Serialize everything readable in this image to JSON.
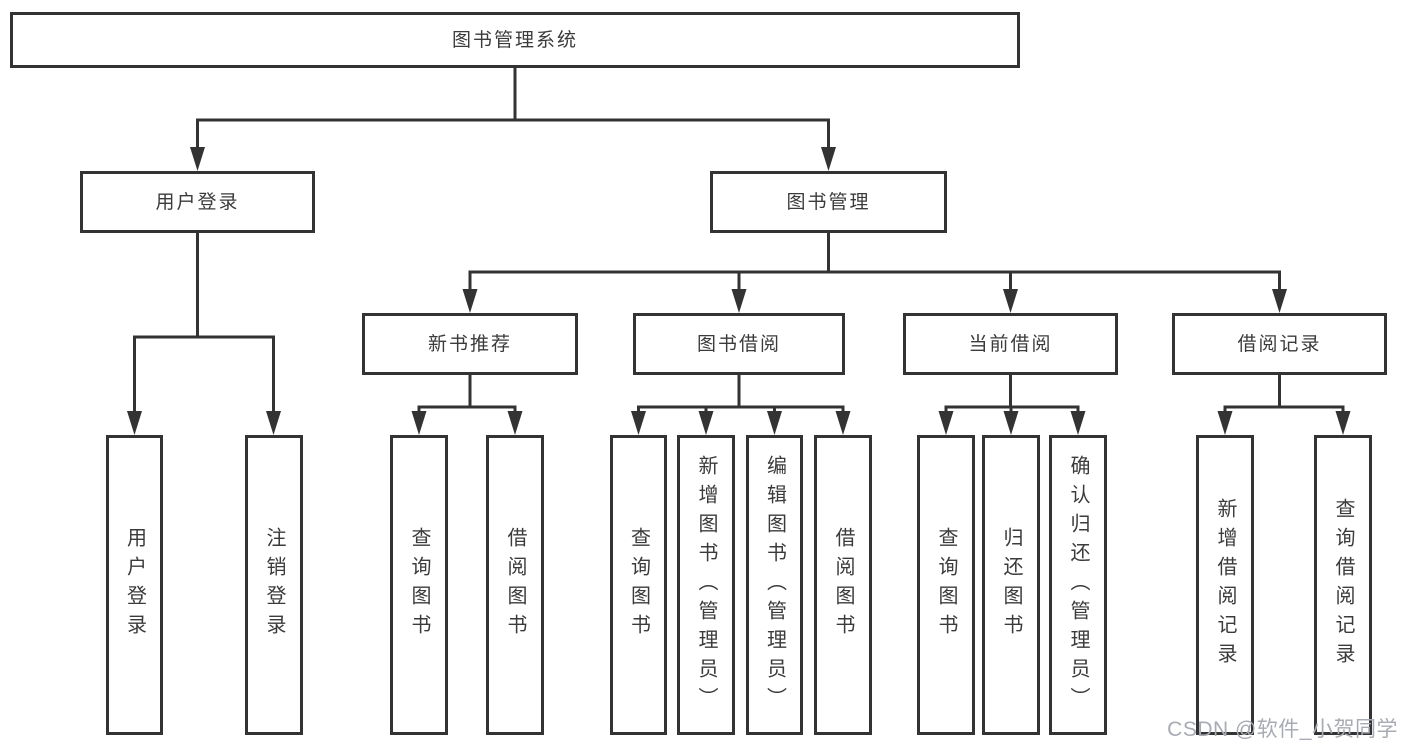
{
  "colors": {
    "line": "#333333",
    "text": "#3b3b3b",
    "watermark": "#a7abb3",
    "background": "#ffffff"
  },
  "watermark": {
    "text": "CSDN @软件_小贺同学"
  },
  "tree": {
    "label": "图书管理系统",
    "children": [
      {
        "label": "用户登录",
        "children": [
          {
            "label": "用户登录"
          },
          {
            "label": "注销登录"
          }
        ]
      },
      {
        "label": "图书管理",
        "children": [
          {
            "label": "新书推荐",
            "children": [
              {
                "label": "查询图书"
              },
              {
                "label": "借阅图书"
              }
            ]
          },
          {
            "label": "图书借阅",
            "children": [
              {
                "label": "查询图书"
              },
              {
                "label": "新增图书（管理员）"
              },
              {
                "label": "编辑图书（管理员）"
              },
              {
                "label": "借阅图书"
              }
            ]
          },
          {
            "label": "当前借阅",
            "children": [
              {
                "label": "查询图书"
              },
              {
                "label": "归还图书"
              },
              {
                "label": "确认归还（管理员）"
              }
            ]
          },
          {
            "label": "借阅记录",
            "children": [
              {
                "label": "新增借阅记录"
              },
              {
                "label": "查询借阅记录"
              }
            ]
          }
        ]
      }
    ]
  }
}
